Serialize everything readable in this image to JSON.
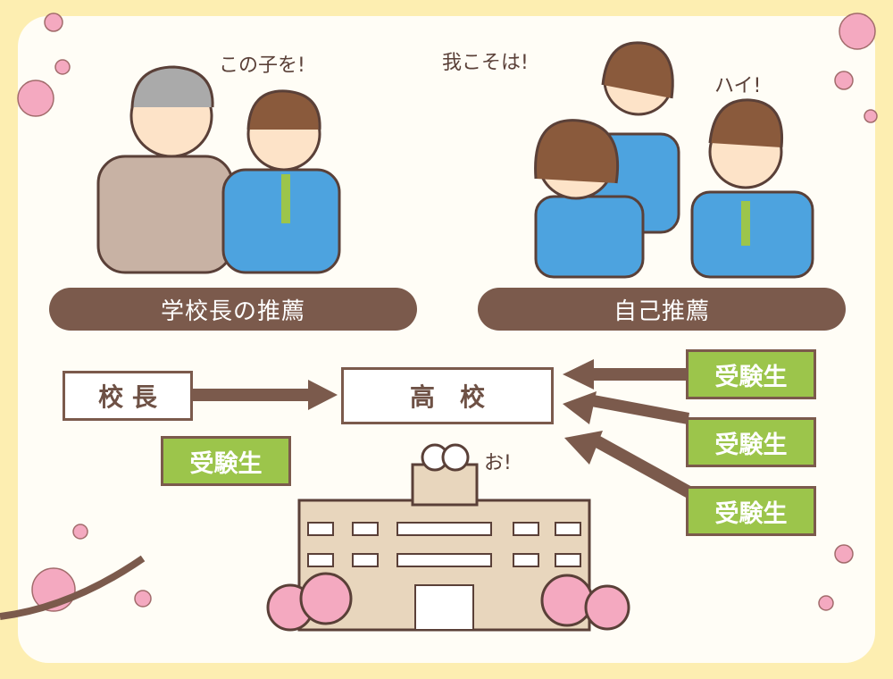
{
  "labels": {
    "principal_recommendation": "学校長の推薦",
    "self_recommendation": "自己推薦",
    "principal": "校 長",
    "high_school": "高　校",
    "examinee": "受験生"
  },
  "speech": {
    "principal": "この子を!",
    "girl": "我こそは!",
    "boy": "ハイ!",
    "school": "お!"
  },
  "colors": {
    "brown": "#7b5a4c",
    "green": "#9cc54b",
    "background": "#fdeeb1",
    "blue": "#4da3df"
  }
}
